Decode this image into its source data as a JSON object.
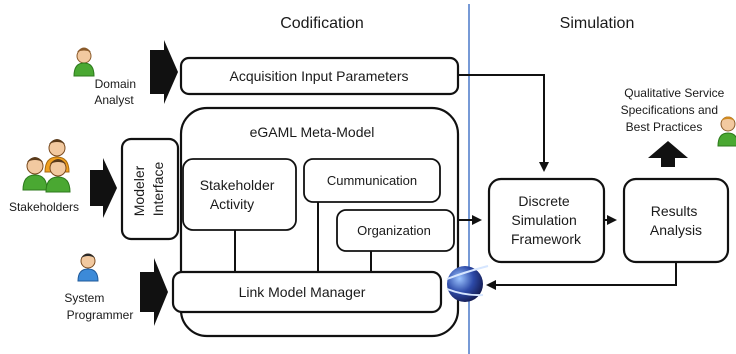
{
  "sections": {
    "codification": "Codification",
    "simulation": "Simulation"
  },
  "actors": {
    "domain_analyst": [
      "Domain",
      "Analyst"
    ],
    "stakeholders": [
      "Stakeholders"
    ],
    "system_programmer": [
      "System",
      "Programmer"
    ]
  },
  "boxes": {
    "acquisition_input_parameters": "Acquisition Input Parameters",
    "meta_model": "eGAML Meta-Model",
    "modeler_interface": [
      "Modeler",
      "Interface"
    ],
    "stakeholder_activity": [
      "Stakeholder",
      "Activity"
    ],
    "communication": "Cummunication",
    "organization": "Organization",
    "link_model_manager": "Link Model Manager",
    "discrete_simulation_framework": [
      "Discrete",
      "Simulation",
      "Framework"
    ],
    "results_analysis": [
      "Results",
      "Analysis"
    ]
  },
  "output": {
    "qualitative_service": [
      "Qualitative Service",
      "Specifications and",
      "Best Practices"
    ]
  },
  "colors": {
    "divider": "#4a78c8",
    "person_green": "#4aa832",
    "person_orange": "#f0a020",
    "person_blue": "#3c8ad8",
    "eclipse_dark": "#1f2a6e",
    "eclipse_light": "#7fb0ff"
  }
}
